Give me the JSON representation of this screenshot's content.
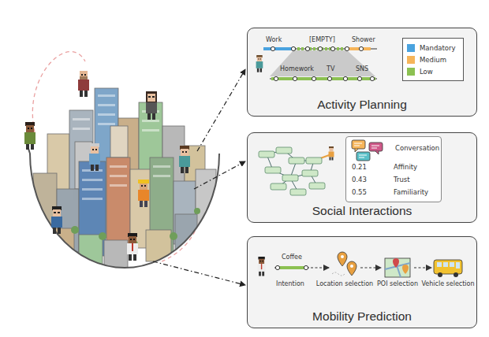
{
  "diagram": {
    "nodes": [
      {
        "text": [
          "Activity Planning"
        ]
      },
      {
        "text": [
          "Social Interactions"
        ]
      },
      {
        "text": [
          "Conversation",
          "0.21",
          "Affinity",
          "0.43",
          "Trust",
          "0.55",
          "Familiarity"
        ],
        "in": 1
      },
      {
        "text": [
          "Mobility Prediction"
        ]
      },
      {
        "text": [
          "Intention"
        ],
        "in": 3
      },
      {
        "text": [
          "Location selection"
        ],
        "in": 3
      },
      {
        "text": [
          "POI selection"
        ],
        "in": 3
      },
      {
        "text": [
          "Vehicle selection"
        ],
        "in": 3
      }
    ],
    "edges": [
      {
        "from": 4,
        "to": 5,
        "arrow": "to"
      },
      {
        "from": 5,
        "to": 6,
        "arrow": "to"
      },
      {
        "from": 6,
        "to": 7,
        "arrow": "to"
      }
    ],
    "labels": [
      "Work",
      "[EMPTY]",
      "Shower",
      "Homework",
      "TV",
      "SNS",
      "Coffee"
    ],
    "legend": [
      {
        "text": "Mandatory",
        "color": "#4aa3df"
      },
      {
        "text": "Medium",
        "color": "#f6b55a"
      },
      {
        "text": "Low",
        "color": "#8cc152"
      }
    ]
  }
}
